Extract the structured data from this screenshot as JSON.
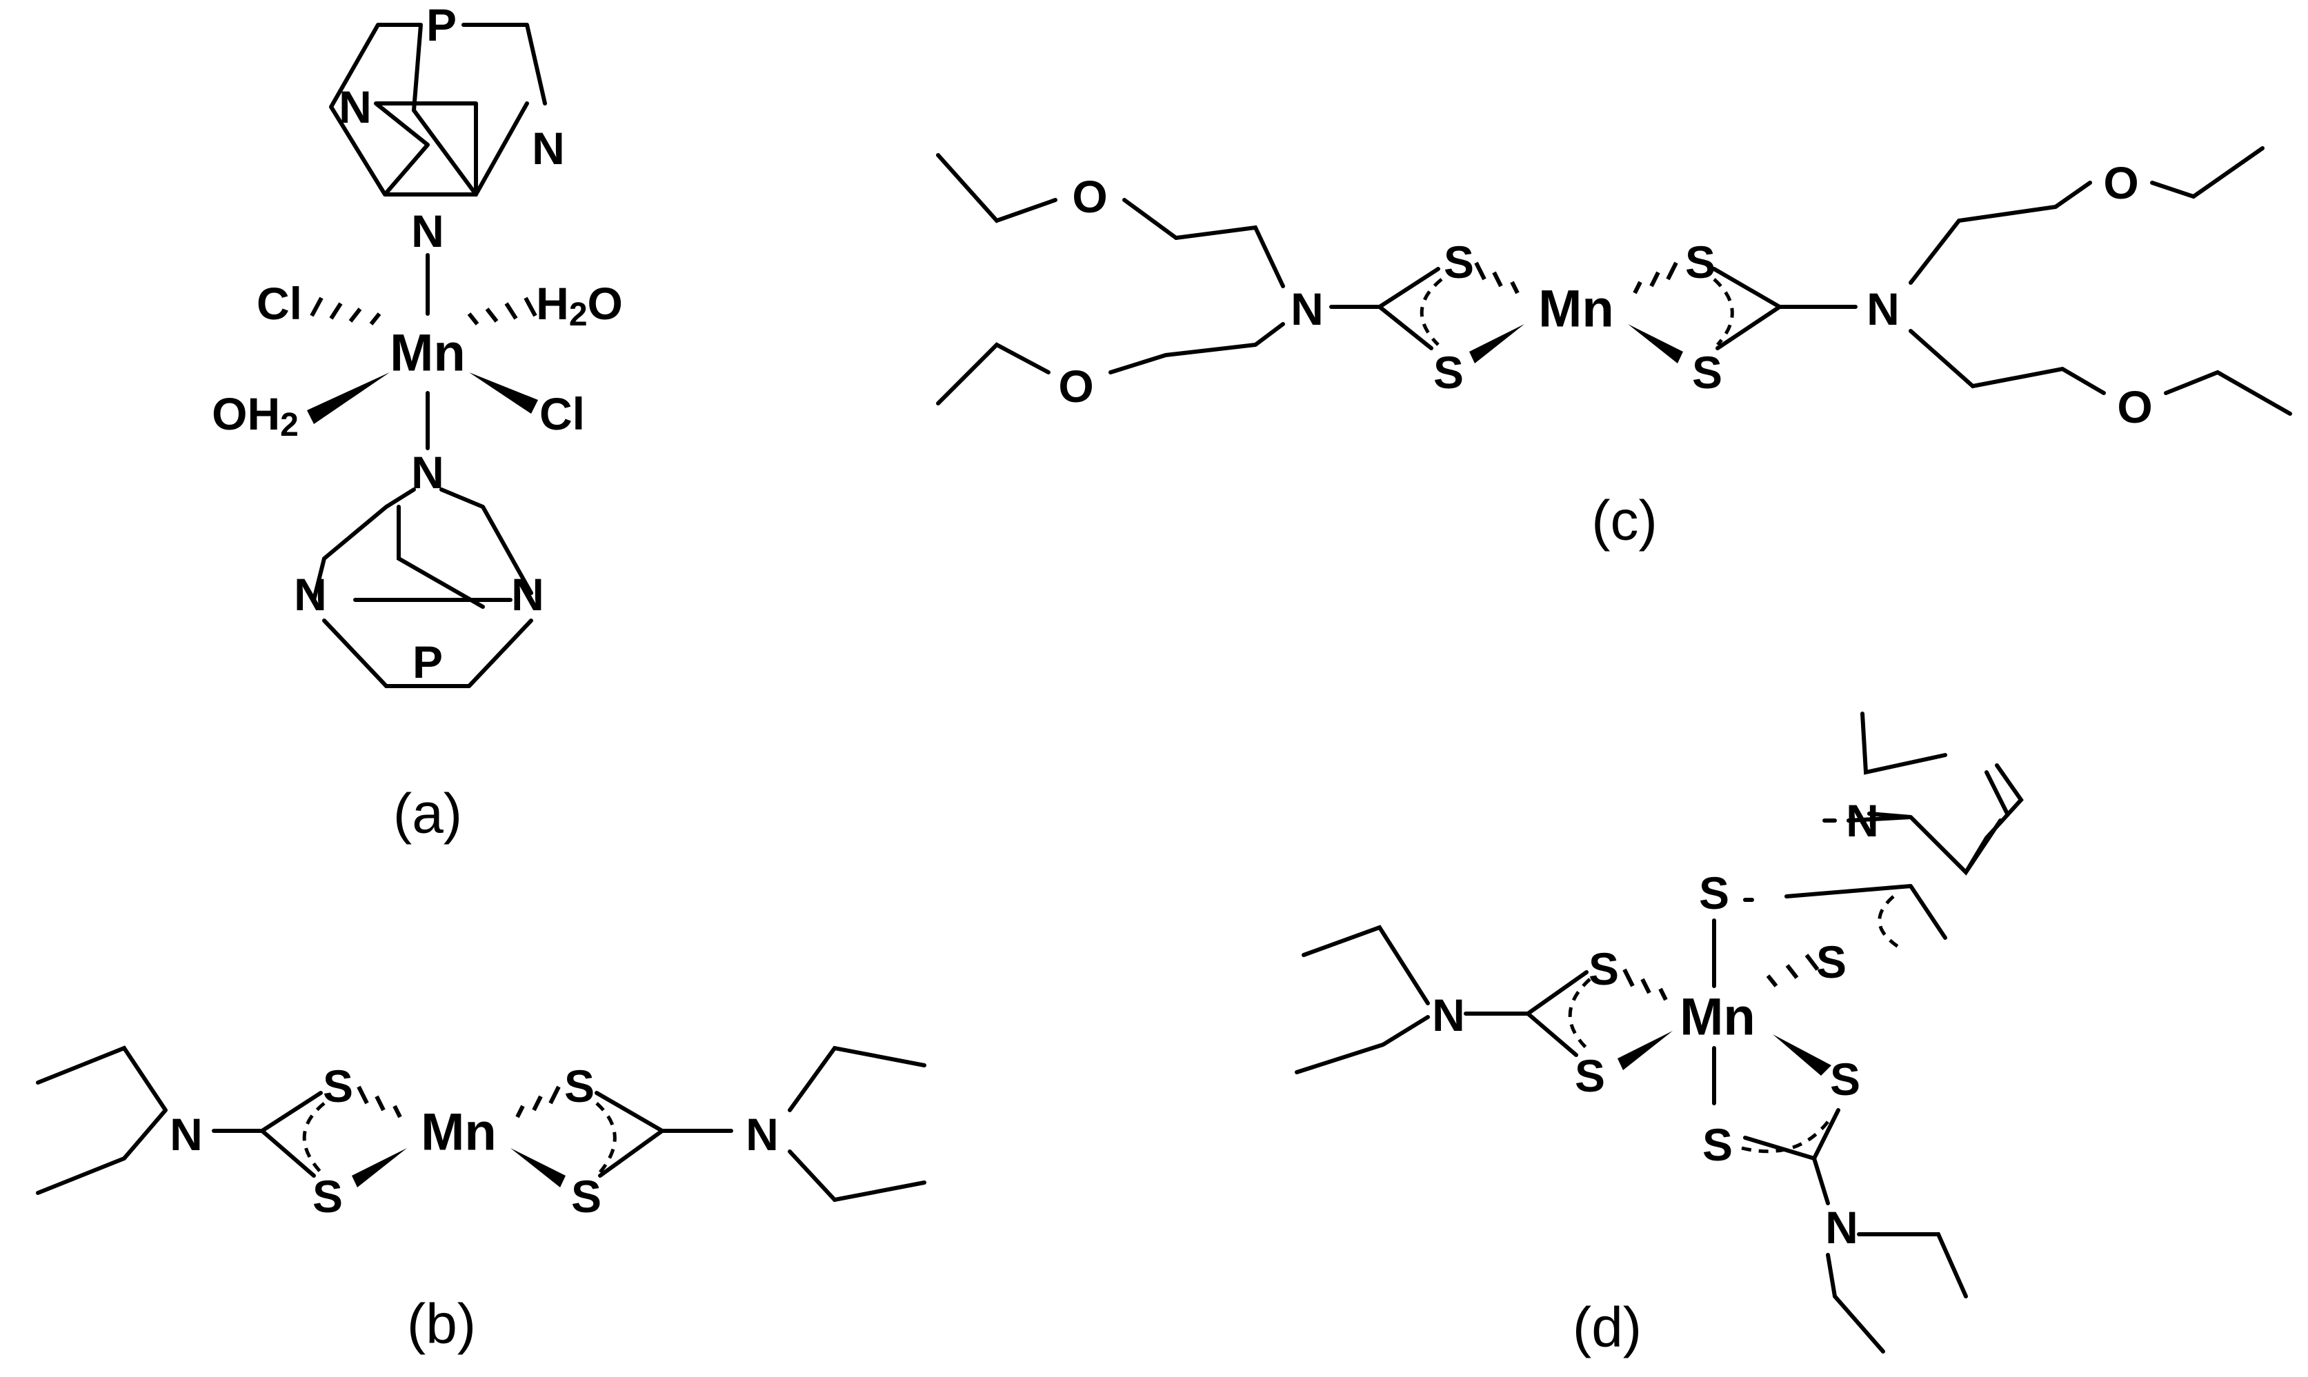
{
  "panels": [
    {
      "id": "a",
      "label": "(a)",
      "center_metal": "Mn",
      "atoms": {
        "P_top": "P",
        "N_top_left": "N",
        "N_top_right": "N",
        "N_top_bottom": "N",
        "Cl_left": "Cl",
        "H2O_h": "H",
        "H2O_sub": "2",
        "H2O_o": "O",
        "OH2_oh": "OH",
        "OH2_sub": "2",
        "Cl_right": "Cl",
        "N_bot_top": "N",
        "N_bot_left": "N",
        "N_bot_right": "N",
        "P_bottom": "P"
      }
    },
    {
      "id": "b",
      "label": "(b)",
      "center_metal": "Mn",
      "atoms": {
        "N_left": "N",
        "S_left_top": "S",
        "S_left_bottom": "S",
        "S_right_top": "S",
        "S_right_bottom": "S",
        "N_right": "N"
      }
    },
    {
      "id": "c",
      "label": "(c)",
      "center_metal": "Mn",
      "atoms": {
        "O_left_top": "O",
        "O_left_bottom": "O",
        "N_left": "N",
        "S_left_top": "S",
        "S_left_bottom": "S",
        "S_right_top": "S",
        "S_right_bottom": "S",
        "N_right": "N",
        "O_right_top": "O",
        "O_right_bottom": "O"
      }
    },
    {
      "id": "d",
      "label": "(d)",
      "center_metal": "Mn",
      "atoms": {
        "N_top": "N",
        "S_top_left": "S",
        "S_top_right": "S",
        "N_left": "N",
        "S_left_top": "S",
        "S_left_bottom": "S",
        "S_bot_right": "S",
        "S_bot_left": "S",
        "N_bottom": "N"
      }
    }
  ]
}
